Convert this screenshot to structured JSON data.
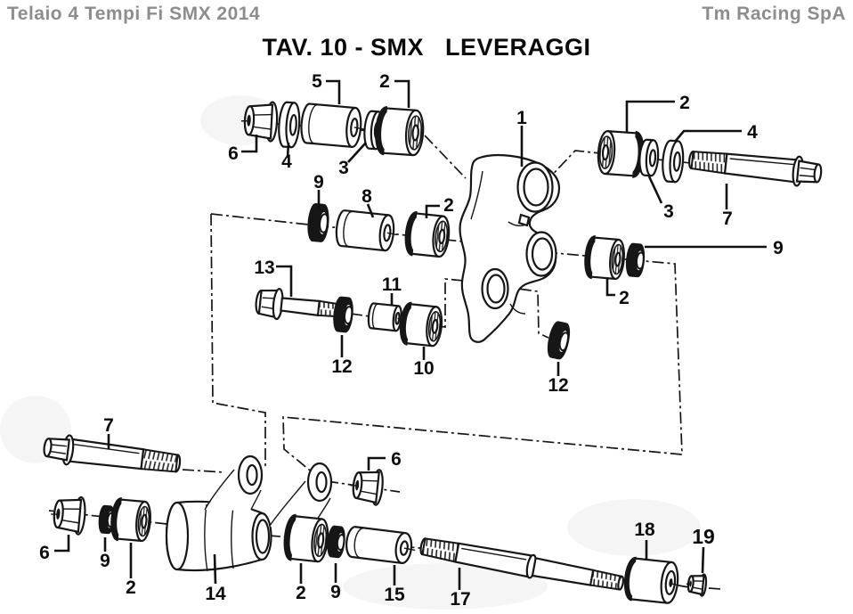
{
  "header": {
    "left_title": "Telaio 4 Tempi Fi SMX 2014",
    "right_title": "Tm Racing SpA",
    "page_title": "TAV. 10 - SMX   LEVERAGGI"
  },
  "colors": {
    "ink": "#161616",
    "header_gray": "#8d8d8d",
    "paper": "#ffffff"
  },
  "callouts": {
    "c5_tl": {
      "text": "5"
    },
    "c2_tl": {
      "text": "2"
    },
    "c6_tl": {
      "text": "6"
    },
    "c4_tl": {
      "text": "4"
    },
    "c3_tl": {
      "text": "3"
    },
    "c1": {
      "text": "1"
    },
    "c2_tr": {
      "text": "2"
    },
    "c4_tr": {
      "text": "4"
    },
    "c3_tr": {
      "text": "3"
    },
    "c7_tr": {
      "text": "7"
    },
    "c9_ml": {
      "text": "9"
    },
    "c8_ml": {
      "text": "8"
    },
    "c2_ml": {
      "text": "2"
    },
    "c13": {
      "text": "13"
    },
    "c11": {
      "text": "11"
    },
    "c12_l": {
      "text": "12"
    },
    "c10": {
      "text": "10"
    },
    "c2_mr": {
      "text": "2"
    },
    "c9_mr": {
      "text": "9"
    },
    "c12_r": {
      "text": "12"
    },
    "c7_bl": {
      "text": "7"
    },
    "c6_bl": {
      "text": "6"
    },
    "c9_bl": {
      "text": "9"
    },
    "c2_bl": {
      "text": "2"
    },
    "c14": {
      "text": "14"
    },
    "c6_bm": {
      "text": "6"
    },
    "c2_bm": {
      "text": "2"
    },
    "c9_bm": {
      "text": "9"
    },
    "c15": {
      "text": "15"
    },
    "c17": {
      "text": "17"
    },
    "c18": {
      "text": "18"
    },
    "c19": {
      "text": "19"
    }
  }
}
